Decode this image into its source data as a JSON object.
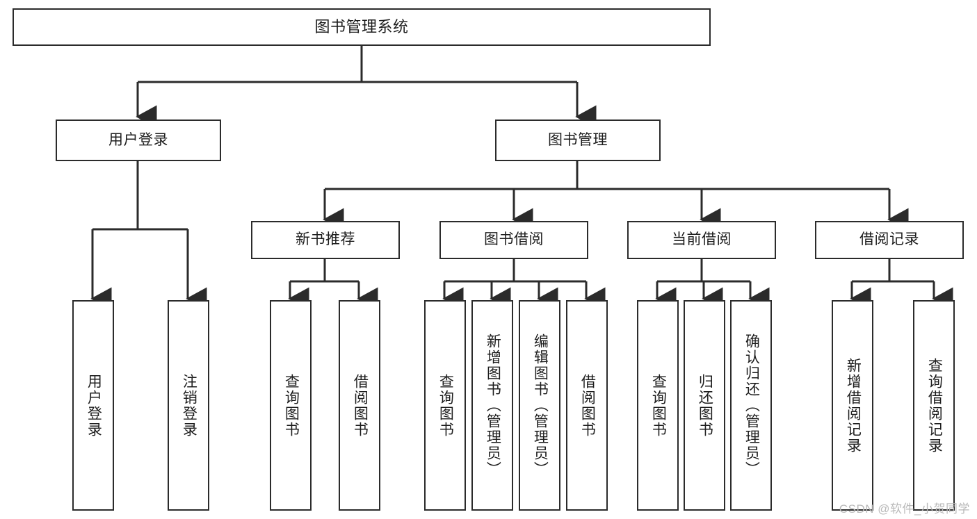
{
  "diagram": {
    "title": "图书管理系统",
    "type": "tree",
    "orientation": "top-down",
    "style": {
      "box_border_color": "#2b2b2b",
      "box_fill_color": "#ffffff",
      "line_color": "#2b2b2b",
      "text_color": "#1d1d1d",
      "background": "#ffffff"
    },
    "root": {
      "label": "图书管理系统"
    },
    "level2": [
      {
        "label": "用户登录"
      },
      {
        "label": "图书管理"
      }
    ],
    "level3": [
      {
        "label": "新书推荐"
      },
      {
        "label": "图书借阅"
      },
      {
        "label": "当前借阅"
      },
      {
        "label": "借阅记录"
      }
    ],
    "leaves": {
      "user_login": [
        {
          "label": "用户登录"
        },
        {
          "label": "注销登录"
        }
      ],
      "new_book_recommend": [
        {
          "label": "查询图书"
        },
        {
          "label": "借阅图书"
        }
      ],
      "book_borrow": [
        {
          "label": "查询图书"
        },
        {
          "label": "新增图书（管理员）"
        },
        {
          "label": "编辑图书（管理员）"
        },
        {
          "label": "借阅图书"
        }
      ],
      "current_borrow": [
        {
          "label": "查询图书"
        },
        {
          "label": "归还图书"
        },
        {
          "label": "确认归还（管理员）"
        }
      ],
      "borrow_record": [
        {
          "label": "新增借阅记录"
        },
        {
          "label": "查询借阅记录"
        }
      ]
    }
  },
  "watermark": {
    "text": "CSDN @软件_小贺同学"
  }
}
